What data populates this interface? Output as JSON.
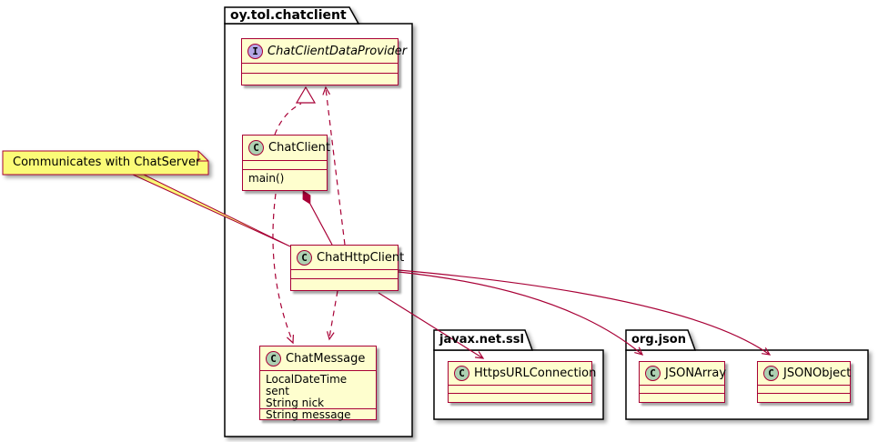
{
  "packages": {
    "chatclient": {
      "name": "oy.tol.chatclient"
    },
    "ssl": {
      "name": "javax.net.ssl"
    },
    "json": {
      "name": "org.json"
    }
  },
  "classes": {
    "provider": {
      "stereotype": "I",
      "kind": "interface",
      "name": "ChatClientDataProvider"
    },
    "chatClient": {
      "stereotype": "C",
      "kind": "class",
      "name": "ChatClient",
      "methods": [
        "main()"
      ]
    },
    "chatHttpClient": {
      "stereotype": "C",
      "kind": "class",
      "name": "ChatHttpClient"
    },
    "chatMessage": {
      "stereotype": "C",
      "kind": "class",
      "name": "ChatMessage",
      "fields": [
        "LocalDateTime sent",
        "String nick",
        "String message"
      ]
    },
    "httpsURLConnection": {
      "stereotype": "C",
      "kind": "class",
      "name": "HttpsURLConnection"
    },
    "jsonArray": {
      "stereotype": "C",
      "kind": "class",
      "name": "JSONArray"
    },
    "jsonObject": {
      "stereotype": "C",
      "kind": "class",
      "name": "JSONObject"
    }
  },
  "note": {
    "text": "Communicates with ChatServer",
    "attached_to": "ChatHttpClient"
  },
  "relations": [
    {
      "from": "ChatClient",
      "to": "ChatClientDataProvider",
      "type": "realization",
      "style": "dashed-hollow-triangle"
    },
    {
      "from": "ChatHttpClient",
      "to": "ChatClientDataProvider",
      "type": "dependency",
      "style": "dashed-open-arrow"
    },
    {
      "from": "ChatClient",
      "to": "ChatHttpClient",
      "type": "composition",
      "style": "solid-filled-diamond"
    },
    {
      "from": "ChatClient",
      "to": "ChatMessage",
      "type": "dependency",
      "style": "dashed-open-arrow"
    },
    {
      "from": "ChatHttpClient",
      "to": "ChatMessage",
      "type": "dependency",
      "style": "dashed-open-arrow"
    },
    {
      "from": "ChatHttpClient",
      "to": "HttpsURLConnection",
      "type": "association",
      "style": "solid-open-arrow"
    },
    {
      "from": "ChatHttpClient",
      "to": "JSONArray",
      "type": "association",
      "style": "solid-open-arrow"
    },
    {
      "from": "ChatHttpClient",
      "to": "JSONObject",
      "type": "association",
      "style": "solid-open-arrow"
    }
  ],
  "colors": {
    "border": "#A80036",
    "class_fill": "#FEFECE",
    "note_fill": "#FBFB77",
    "class_spot_fill": "#ADD1B2",
    "interface_spot_fill": "#B4A7E5",
    "package_border": "#000000"
  }
}
